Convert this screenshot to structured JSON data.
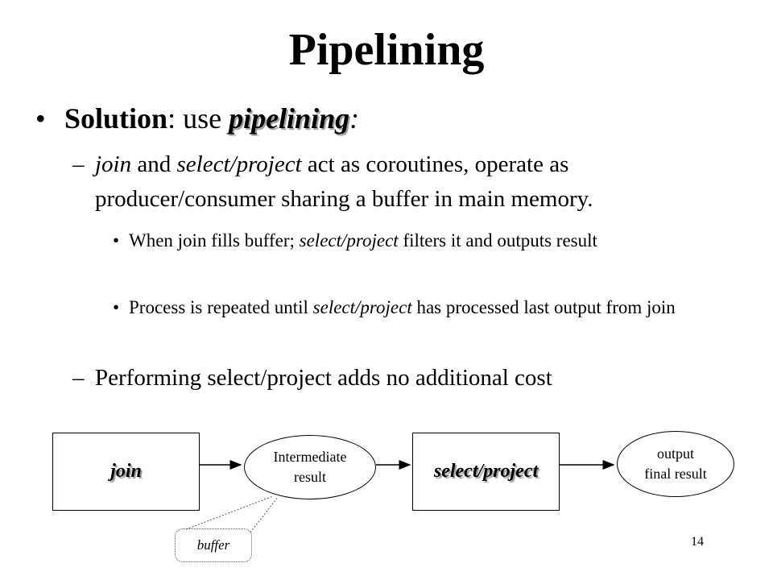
{
  "slide": {
    "title": "Pipelining",
    "page_number": "14"
  },
  "bullets": {
    "bullet_symbol": "•",
    "solution_label": "Solution",
    "solution_rest": ":  use ",
    "solution_keyword": "pipelining",
    "solution_colon": ":",
    "sub1": {
      "dash": "–",
      "join": "join",
      "and": " and ",
      "select_project": "select/project",
      "rest": " act as coroutines, operate as producer/consumer sharing a buffer in main memory."
    },
    "sub1a": {
      "dot": "•",
      "pre": "When join  fills buffer; ",
      "select_project": "select/project",
      "post": " filters it and outputs result"
    },
    "sub1b": {
      "dot": "•",
      "pre": "Process is repeated until ",
      "select_project": "select/project",
      "post": " has processed last output from join"
    },
    "sub2": {
      "dash": "–",
      "text": "Performing select/project adds no additional cost"
    }
  },
  "diagram": {
    "join_label": "join",
    "intermediate_line1": "Intermediate",
    "intermediate_line2": "result",
    "select_project_label": "select/project",
    "output_line1": "output",
    "output_line2": "final result",
    "buffer_label": "buffer"
  }
}
